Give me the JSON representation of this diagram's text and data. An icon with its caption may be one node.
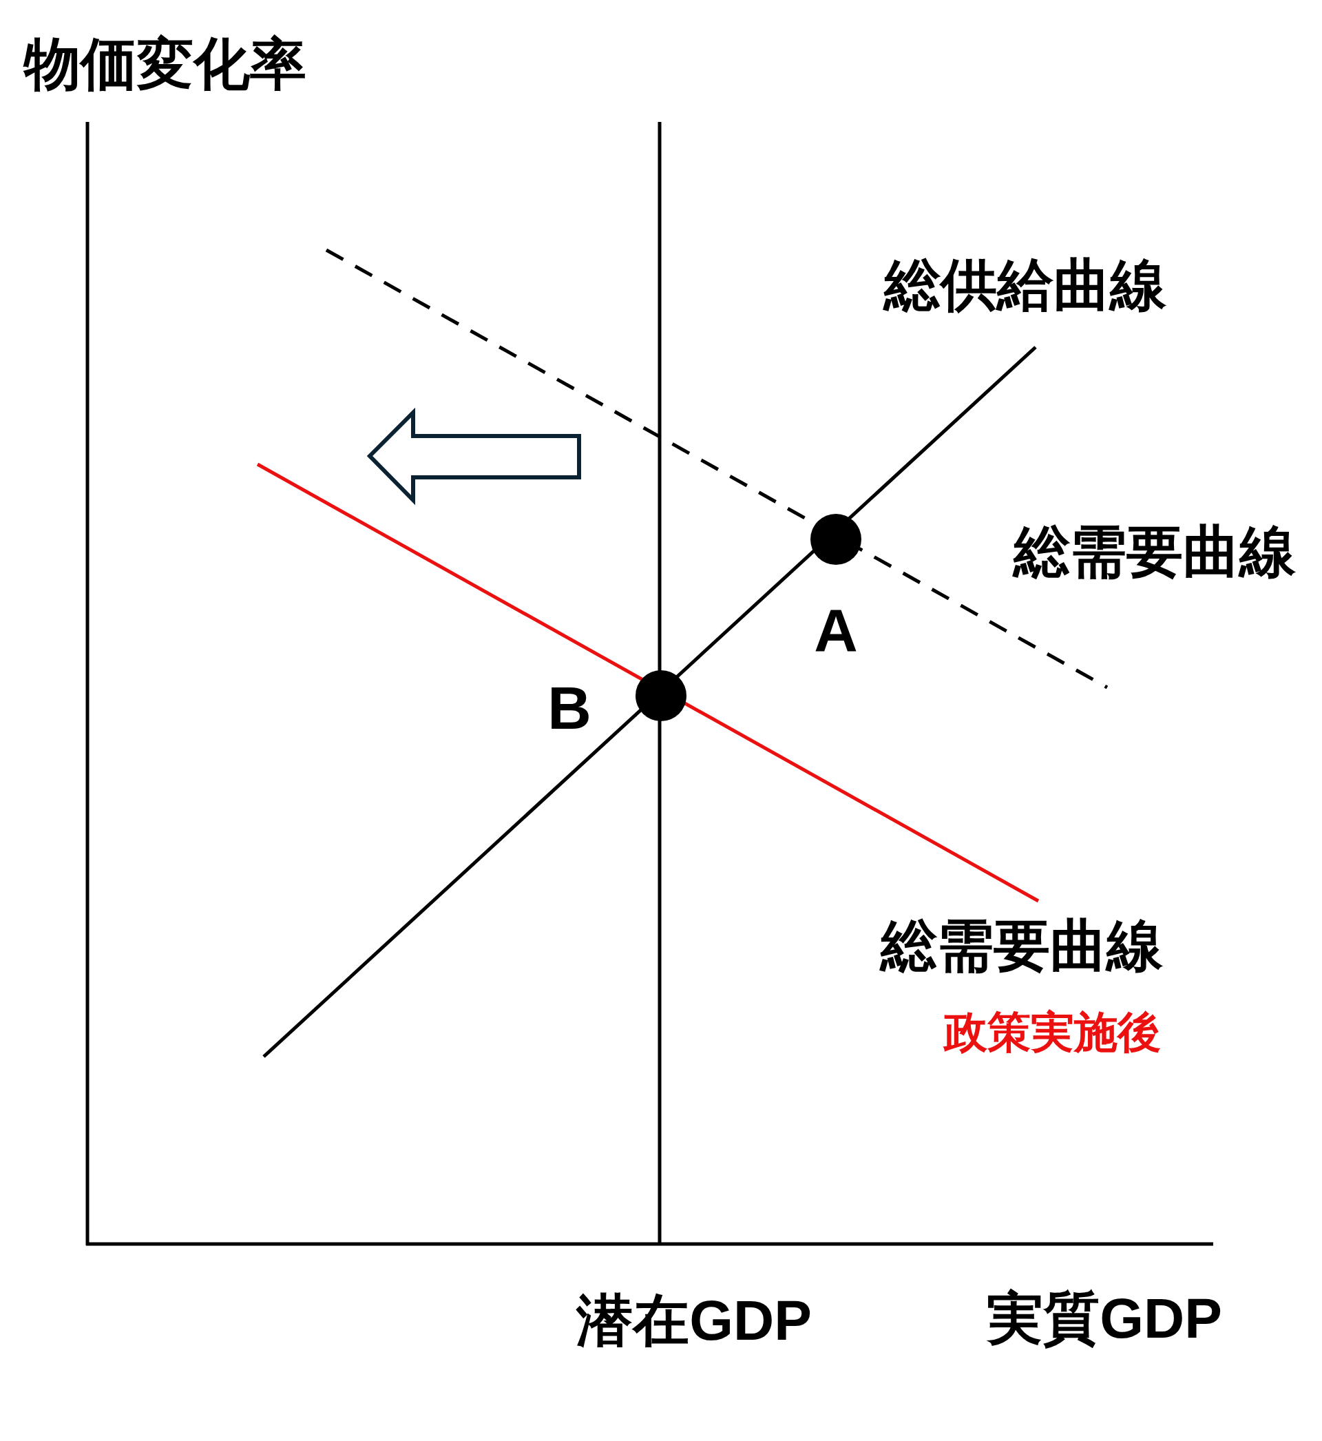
{
  "diagram": {
    "labels": [
      "物価変化率",
      "総供給曲線",
      "総需要曲線",
      "A",
      "B",
      "総需要曲線",
      "政策実施後",
      "潜在GDP",
      "実質GDP"
    ]
  }
}
